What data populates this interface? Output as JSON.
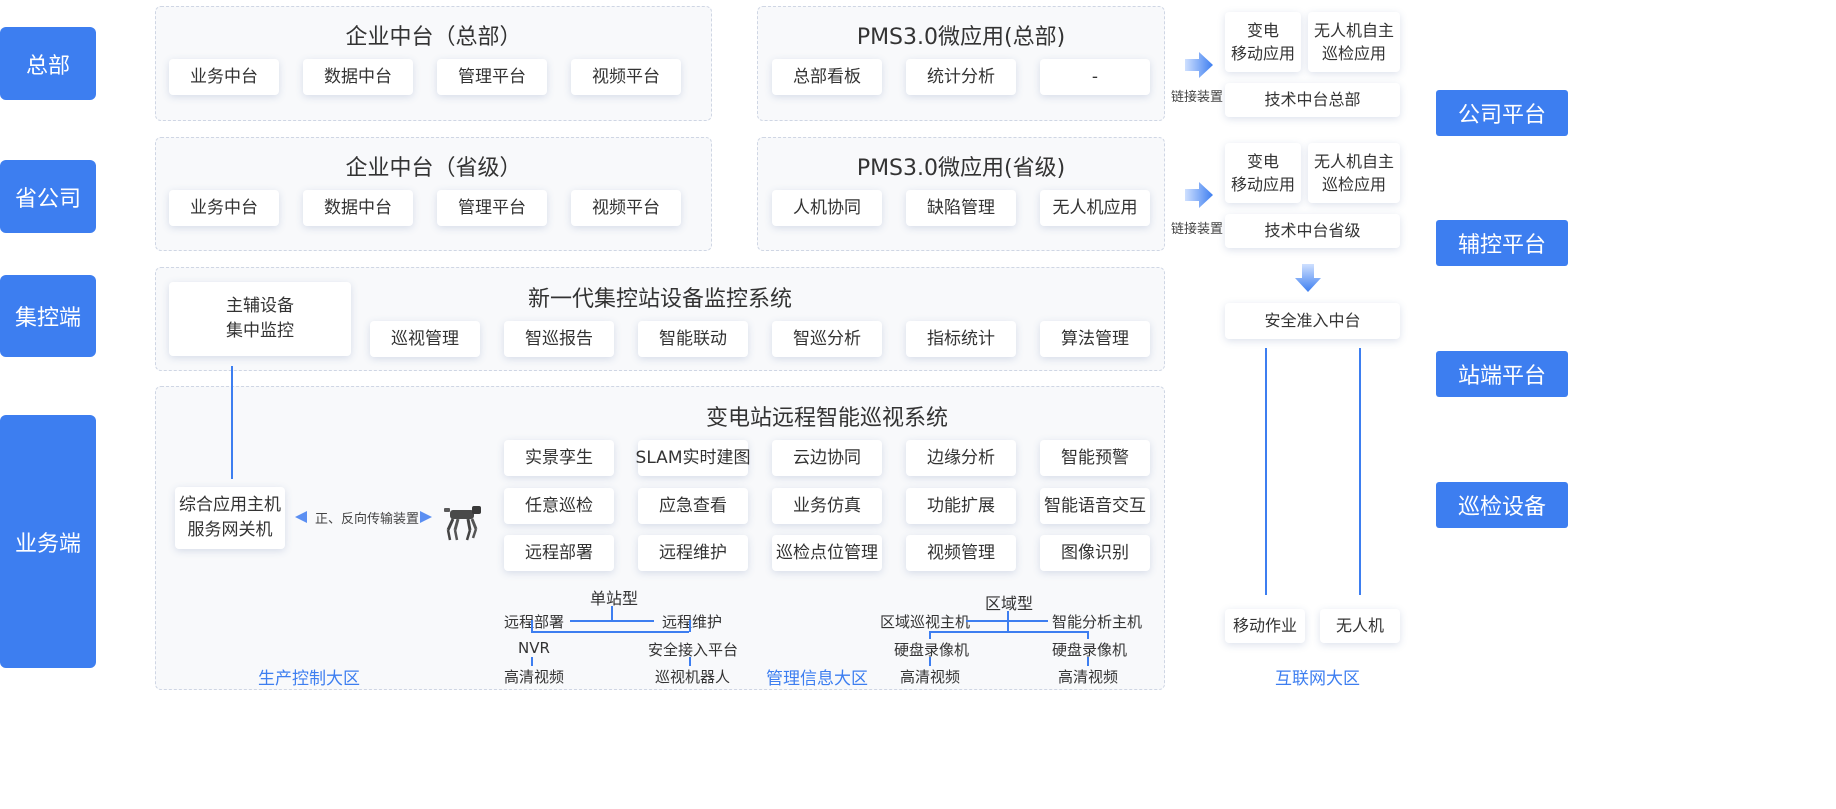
{
  "left_labels": [
    "总部",
    "省公司",
    "集控端",
    "业务端"
  ],
  "right_labels": [
    "公司平台",
    "辅控平台",
    "站端平台",
    "巡检设备"
  ],
  "hq_enterprise": {
    "title": "企业中台（总部）",
    "items": [
      "业务中台",
      "数据中台",
      "管理平台",
      "视频平台"
    ]
  },
  "hq_pms": {
    "title": "PMS3.0微应用(总部)",
    "items": [
      "总部看板",
      "统计分析",
      "-"
    ]
  },
  "prov_enterprise": {
    "title": "企业中台（省级）",
    "items": [
      "业务中台",
      "数据中台",
      "管理平台",
      "视频平台"
    ]
  },
  "prov_pms": {
    "title": "PMS3.0微应用(省级)",
    "items": [
      "人机协同",
      "缺陷管理",
      "无人机应用"
    ]
  },
  "central": {
    "title": "新一代集控站设备监控系统",
    "main_box": "主辅设备\n集中监控",
    "items": [
      "巡视管理",
      "智巡报告",
      "智能联动",
      "智巡分析",
      "指标统计",
      "算法管理"
    ]
  },
  "business": {
    "title": "变电站远程智能巡视系统",
    "host_box": "综合应用主机\n服务网关机",
    "transfer_label": "正、反向传输装置",
    "rows": [
      [
        "实景孪生",
        "SLAM实时建图",
        "云边协同",
        "边缘分析",
        "智能预警"
      ],
      [
        "任意巡检",
        "应急查看",
        "业务仿真",
        "功能扩展",
        "智能语音交互"
      ],
      [
        "远程部署",
        "远程维护",
        "巡检点位管理",
        "视频管理",
        "图像识别"
      ]
    ],
    "single_station": {
      "title": "单站型",
      "left_top": "远程部署",
      "right_top": "远程维护",
      "left_mid": "NVR",
      "right_mid": "安全接入平台",
      "left_bottom": "高清视频",
      "right_bottom": "巡视机器人"
    },
    "regional": {
      "title": "区域型",
      "left_top": "区域巡视主机",
      "right_top": "智能分析主机",
      "left_mid": "硬盘录像机",
      "right_mid": "硬盘录像机",
      "left_bottom": "高清视频",
      "right_bottom": "高清视频"
    }
  },
  "right_column": {
    "hq_apps": [
      "变电\n移动应用",
      "无人机自主\n巡检应用"
    ],
    "hq_tech": "技术中台总部",
    "prov_apps": [
      "变电\n移动应用",
      "无人机自主\n巡检应用"
    ],
    "prov_tech": "技术中台省级",
    "link_label": "链接装置",
    "security": "安全准入中台",
    "bottom_items": [
      "移动作业",
      "无人机"
    ]
  },
  "zones": [
    "生产控制大区",
    "管理信息大区",
    "互联网大区"
  ],
  "colors": {
    "accent": "#3d7ef0",
    "panel_bg": "#f8f9fb"
  },
  "icons": [
    "robot-dog-icon",
    "arrow-right-icon",
    "arrow-down-icon"
  ]
}
